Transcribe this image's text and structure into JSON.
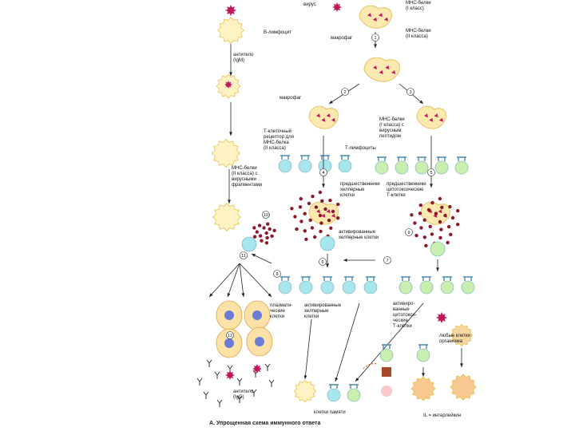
{
  "labels": {
    "virus_top": "вирус",
    "mhc_class2_top": "МНС-белки\n(I класс)",
    "mhc_class2_b": "МНС-белки\n(II класса)",
    "macrophage_top": "макрофаг",
    "b_lymphocyte": "В-лимфоцит",
    "antibody_igm": "антитело\n(IgM)",
    "macrophage_mid": "макрофаг",
    "mhc_viral_peptide": "МНС-белки\n(I класса) с\nвирусным\nпептидом",
    "t_cell_receptor": "Т-клеточный\nрецептор для\nМНС-белка\n(II класса)",
    "t_lymphocytes": "Т-лимфоциты",
    "mhc_viral_fragments": "МНС-белки\n(II класса) с\nвирусными\nфрагментами",
    "precursor_helper": "предшественники\nхелперные\nклетки",
    "precursor_cytotoxic": "предшественники\nцитотоксические\nТ-клетки",
    "activated_helper": "активированные\nхелперные клетки",
    "plasma_cells": "плазмати-\nческие\nклетки",
    "activated_helper_2": "активированные\nхелперные\nклетки",
    "activated_cytotoxic": "активиро-\nванные\nцитотокси-\nческие\nТ-клетки",
    "infected_cells": "любые клетки\nорганизма",
    "antibody_igg": "антитело\n(IgG)",
    "memory_cells": "клетки памяти",
    "il_interleukin": "IL = интерлейкин"
  },
  "steps": [
    "1",
    "2",
    "3",
    "4",
    "5",
    "6",
    "7",
    "8",
    "9",
    "10",
    "11",
    "12"
  ],
  "caption": "А. Упрощенная схема иммунного ответа",
  "colors": {
    "virus": "#c2185b",
    "macrophage": "#fbe9b0",
    "macrophage_edge": "#e0b94a",
    "b_cell": "#fff3c4",
    "helper": "#a8e6ee",
    "cytotoxic": "#c8eeb0",
    "particle": "#8b1a2b",
    "plasma_nucleus": "#6a7bd8",
    "receptor": "#d9641c"
  }
}
